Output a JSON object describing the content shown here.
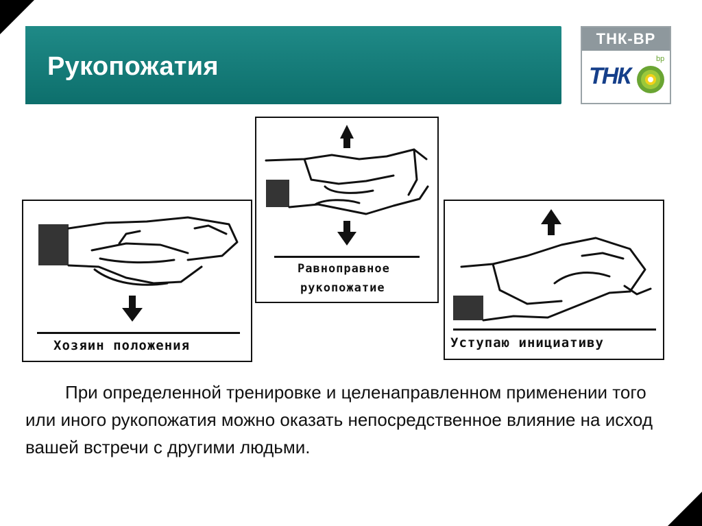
{
  "slide": {
    "title": "Рукопожатия",
    "logo": {
      "top_text": "ТНК-ВР",
      "mark_text": "ТНК",
      "bp_text": "bp",
      "colors": {
        "grey": "#8e989d",
        "blue": "#153f8a",
        "green": "#6aa533",
        "yellow": "#f2d21a"
      }
    },
    "cards": [
      {
        "caption": "Хозяин положения",
        "arrow": "down-arrow-icon"
      },
      {
        "caption_line1": "Равноправное",
        "caption_line2": "рукопожатие",
        "arrow": "up-down-arrow-icon"
      },
      {
        "caption": "Уступаю инициативу",
        "arrow": "up-arrow-icon"
      }
    ],
    "body": "При определенной тренировке и целенаправленном применении того или иного рукопожатия можно оказать непосредственное влияние на исход вашей встречи с другими людьми.",
    "accent_color": "#0d6f6c"
  }
}
